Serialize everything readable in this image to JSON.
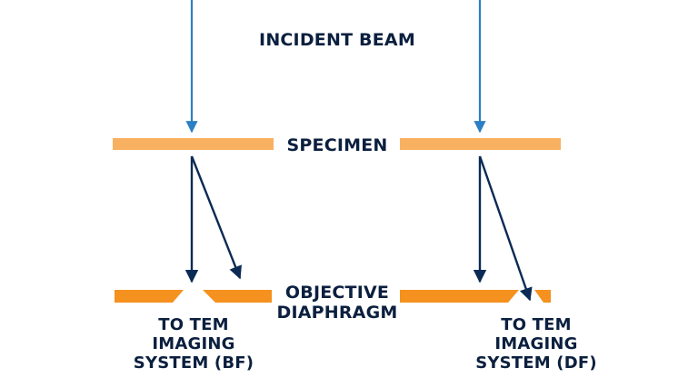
{
  "labels": {
    "incident_beam": "INCIDENT BEAM",
    "specimen": "SPECIMEN",
    "objective_line1": "OBJECTIVE",
    "objective_line2": "DIAPHRAGM"
  },
  "bf": {
    "line1": "TO TEM",
    "line2": "IMAGING",
    "line3": "SYSTEM (BF)"
  },
  "df": {
    "line1": "TO TEM",
    "line2": "IMAGING",
    "line3": "SYSTEM (DF)"
  },
  "colors": {
    "incident_arrow": "#2b7fc4",
    "transmitted_arrow": "#0b2a55",
    "specimen": "#f8b160",
    "diaphragm": "#f5911e",
    "text": "#0b1f3f"
  }
}
